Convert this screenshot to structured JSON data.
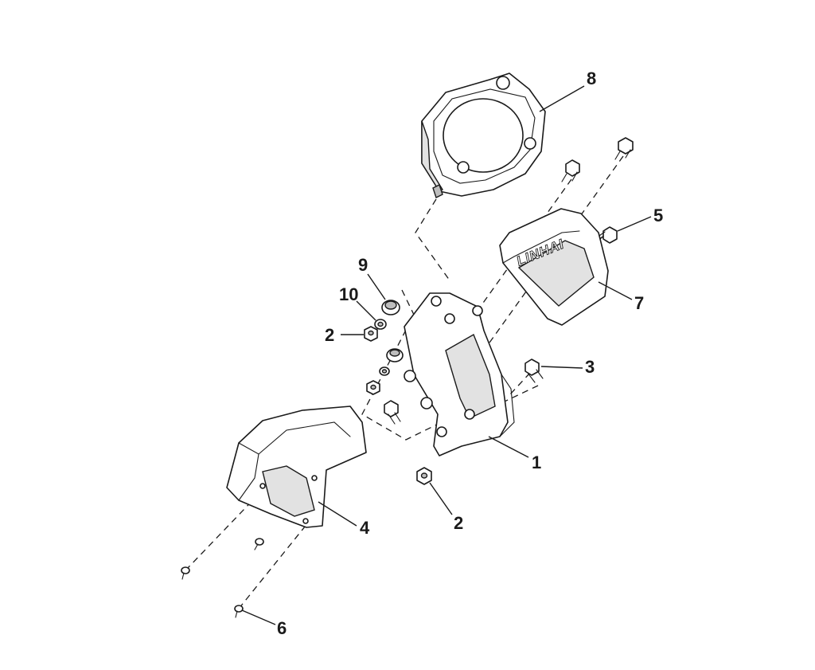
{
  "brand_logo": "LINHAI",
  "callouts": {
    "c1": "1",
    "c2a": "2",
    "c2b": "2",
    "c3": "3",
    "c4": "4",
    "c5": "5",
    "c6": "6",
    "c7": "7",
    "c8": "8",
    "c9": "9",
    "c10": "10"
  },
  "colors": {
    "line": "#1a1a1a",
    "background": "#ffffff"
  }
}
